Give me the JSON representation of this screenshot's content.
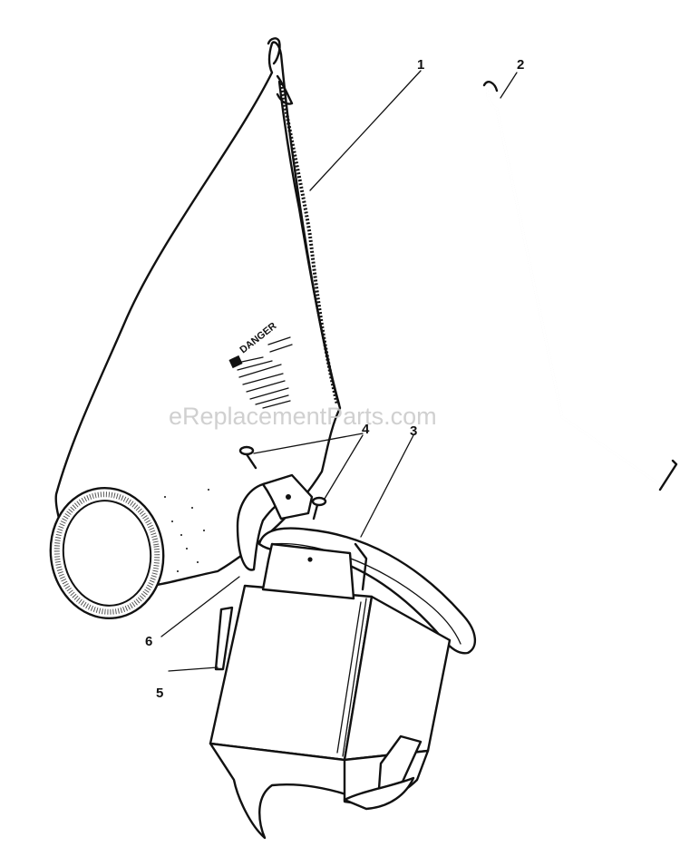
{
  "watermark": "eReplacementParts.com",
  "bag_label": "DANGER",
  "callouts": [
    {
      "id": "1",
      "text": "1"
    },
    {
      "id": "2",
      "text": "2"
    },
    {
      "id": "3",
      "text": "3"
    },
    {
      "id": "4",
      "text": "4"
    },
    {
      "id": "5",
      "text": "5"
    },
    {
      "id": "6",
      "text": "6"
    }
  ]
}
